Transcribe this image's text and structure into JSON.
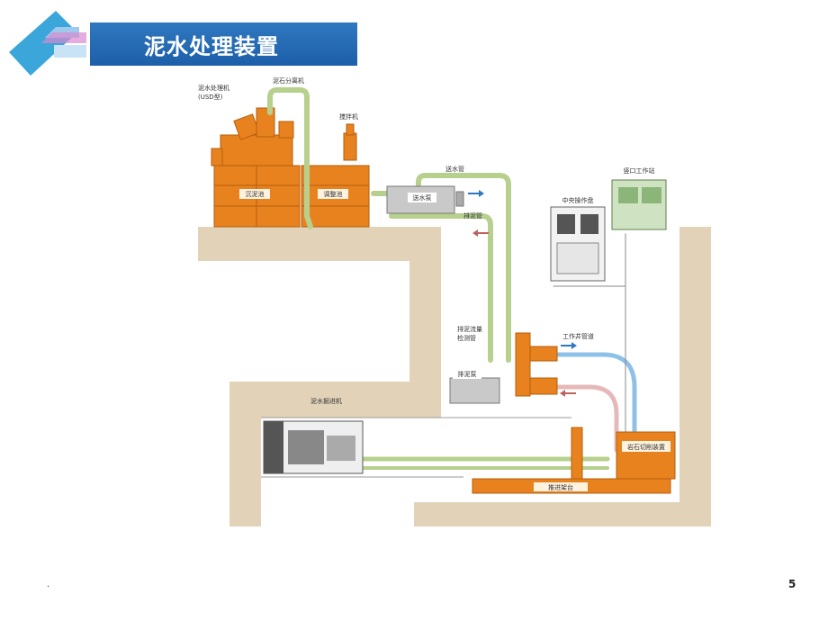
{
  "slide": {
    "title": "泥水处理装置",
    "page_number": "5",
    "footer_mark": "."
  },
  "diagram": {
    "labels": {
      "mud_processor": "泥水处理机",
      "mud_processor_sub": "(USD型)",
      "sand_separator": "泥石分离机",
      "mixer": "搅拌机",
      "settling_tank": "沉泥池",
      "adjust_tank": "调整池",
      "feed_pipe": "送水管",
      "feed_pump": "送水泵",
      "drain_pipe": "排泥管",
      "central_control": "中央操作盘",
      "shaft_station": "竖口工作站",
      "flow_meter_1": "排泥流量",
      "flow_meter_2": "检测管",
      "shaft_pipe": "工作井管道",
      "drain_pump": "排泥泵",
      "shield_machine": "泥水掘进机",
      "rock_crusher": "岩石切削装置",
      "jacking_frame": "推进架台"
    }
  },
  "colors": {
    "accent_blue": "#2f78c0",
    "machine_orange": "#e8821e",
    "soil": "#e2d3b8",
    "pipe_green": "#b7d08e"
  }
}
